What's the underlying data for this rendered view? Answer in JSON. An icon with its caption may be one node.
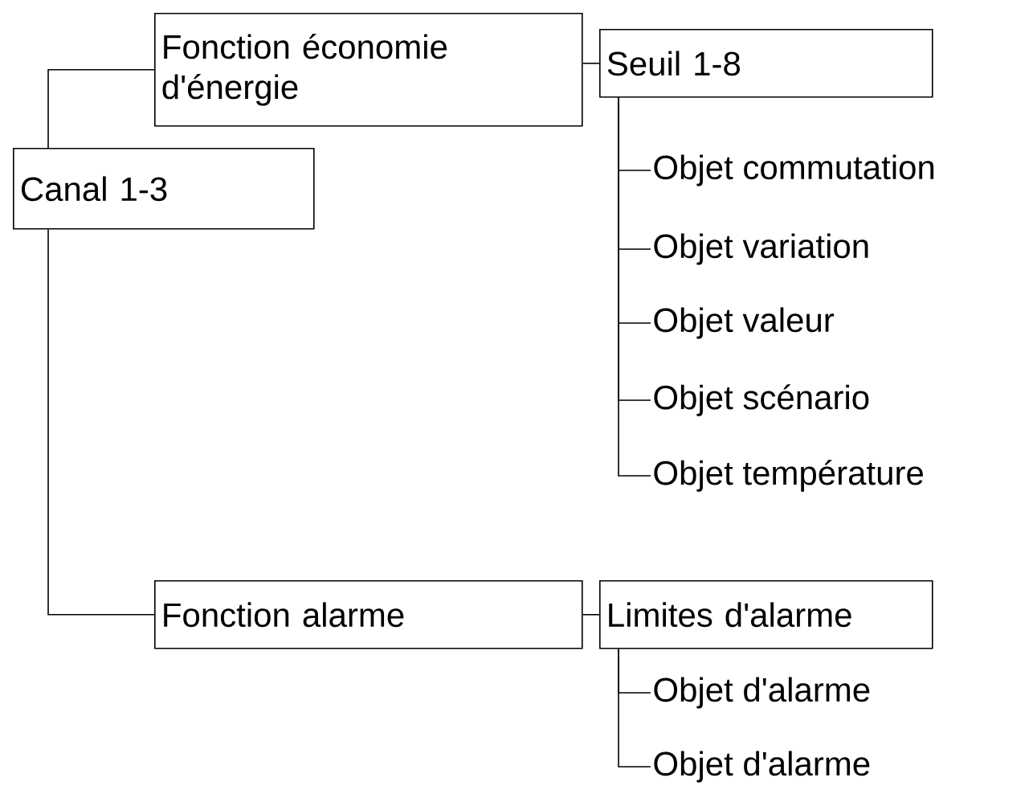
{
  "diagram": {
    "nodes": [
      {
        "text": [
          "Canal 1-3"
        ]
      },
      {
        "text": [
          "Fonction économie d'énergie"
        ]
      },
      {
        "text": [
          "Seuil 1-8"
        ]
      },
      {
        "text": [
          "Objet commutation"
        ]
      },
      {
        "text": [
          "Objet variation"
        ]
      },
      {
        "text": [
          "Objet valeur"
        ]
      },
      {
        "text": [
          "Objet scénario"
        ]
      },
      {
        "text": [
          "Objet température"
        ]
      },
      {
        "text": [
          "Fonction alarme"
        ]
      },
      {
        "text": [
          "Limites d'alarme"
        ]
      },
      {
        "text": [
          "Objet d'alarme"
        ]
      },
      {
        "text": [
          "Objet d'alarme"
        ]
      }
    ],
    "edges": [
      {
        "from": 0,
        "to": 1,
        "arrow": "none"
      },
      {
        "from": 0,
        "to": 8,
        "arrow": "none"
      },
      {
        "from": 1,
        "to": 2,
        "arrow": "none"
      },
      {
        "from": 2,
        "to": 3,
        "arrow": "none"
      },
      {
        "from": 2,
        "to": 4,
        "arrow": "none"
      },
      {
        "from": 2,
        "to": 5,
        "arrow": "none"
      },
      {
        "from": 2,
        "to": 6,
        "arrow": "none"
      },
      {
        "from": 2,
        "to": 7,
        "arrow": "none"
      },
      {
        "from": 8,
        "to": 9,
        "arrow": "none"
      },
      {
        "from": 9,
        "to": 10,
        "arrow": "none"
      },
      {
        "from": 9,
        "to": 11,
        "arrow": "none"
      }
    ]
  }
}
